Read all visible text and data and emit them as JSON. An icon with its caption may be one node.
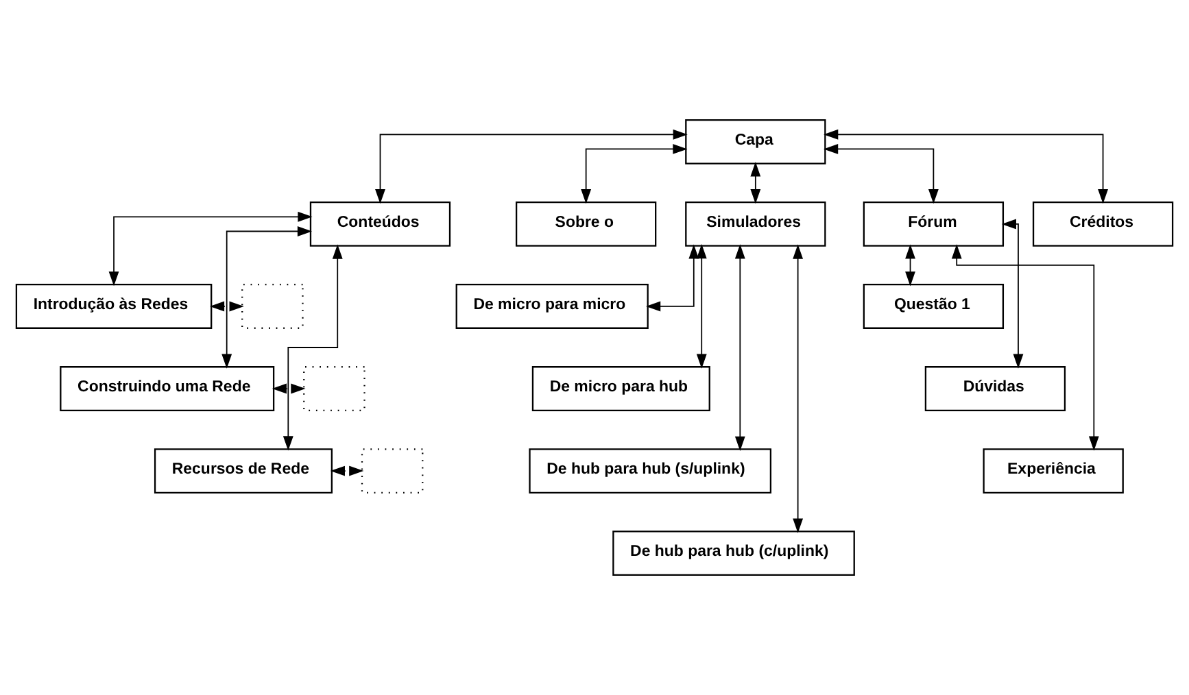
{
  "diagram": {
    "nodes": [
      {
        "text": [
          "Capa"
        ]
      },
      {
        "text": [
          "Conteúdos"
        ]
      },
      {
        "text": [
          "Sobre o"
        ]
      },
      {
        "text": [
          "Simuladores"
        ]
      },
      {
        "text": [
          "Fórum"
        ]
      },
      {
        "text": [
          "Créditos"
        ]
      },
      {
        "text": [
          "Introdução às Redes"
        ]
      },
      {
        "text": [],
        "shape": "box"
      },
      {
        "text": [
          "Construindo uma Rede"
        ]
      },
      {
        "text": [],
        "shape": "box"
      },
      {
        "text": [
          "Recursos de Rede"
        ]
      },
      {
        "text": [],
        "shape": "box"
      },
      {
        "text": [
          "De micro para micro"
        ]
      },
      {
        "text": [
          "De micro para hub"
        ]
      },
      {
        "text": [
          "De hub para hub (s/uplink)"
        ]
      },
      {
        "text": [
          "De hub para hub (c/uplink)"
        ]
      },
      {
        "text": [
          "Questão 1"
        ]
      },
      {
        "text": [
          "Dúvidas"
        ]
      },
      {
        "text": [
          "Experiência"
        ]
      }
    ],
    "edges": [
      {
        "from": 0,
        "to": 1,
        "arrow": "both"
      },
      {
        "from": 0,
        "to": 2,
        "arrow": "both"
      },
      {
        "from": 0,
        "to": 3,
        "arrow": "both"
      },
      {
        "from": 0,
        "to": 4,
        "arrow": "both"
      },
      {
        "from": 0,
        "to": 5,
        "arrow": "both"
      },
      {
        "from": 1,
        "to": 6,
        "arrow": "both"
      },
      {
        "from": 1,
        "to": 8,
        "arrow": "both"
      },
      {
        "from": 1,
        "to": 10,
        "arrow": "both"
      },
      {
        "from": 6,
        "to": 7,
        "arrow": "both",
        "style": "dashed"
      },
      {
        "from": 8,
        "to": 9,
        "arrow": "both",
        "style": "dashed"
      },
      {
        "from": 10,
        "to": 11,
        "arrow": "both",
        "style": "dashed"
      },
      {
        "from": 3,
        "to": 12,
        "arrow": "both"
      },
      {
        "from": 3,
        "to": 13,
        "arrow": "both"
      },
      {
        "from": 3,
        "to": 14,
        "arrow": "both"
      },
      {
        "from": 3,
        "to": 15,
        "arrow": "both"
      },
      {
        "from": 4,
        "to": 16,
        "arrow": "both"
      },
      {
        "from": 4,
        "to": 17,
        "arrow": "both"
      },
      {
        "from": 4,
        "to": 18,
        "arrow": "both"
      }
    ]
  }
}
